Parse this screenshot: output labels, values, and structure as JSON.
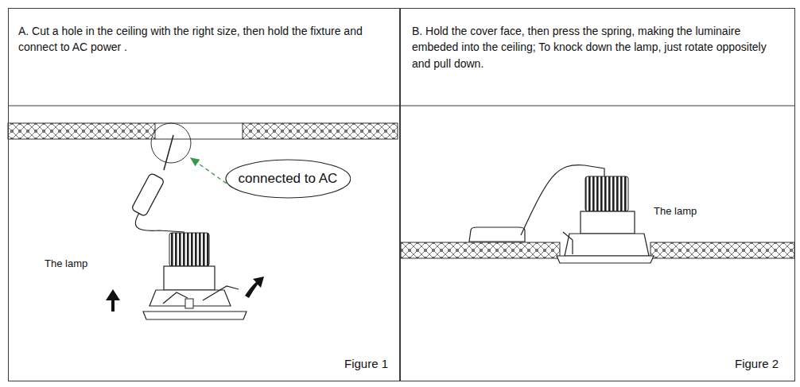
{
  "diagram": {
    "nodes": [
      {
        "text": [
          "A. Cut a hole in the ceiling with the right size, then hold the fixture and connect to AC power .",
          "The lamp",
          "Figure 1"
        ]
      },
      {
        "text": [
          "connected to AC"
        ],
        "in": 0
      },
      {
        "text": [
          "B. Hold the cover face, then press the spring, making the luminaire embeded into the ceiling; To knock down the lamp, just rotate oppositely and pull down.",
          "The lamp",
          "Figure 2"
        ]
      }
    ]
  }
}
